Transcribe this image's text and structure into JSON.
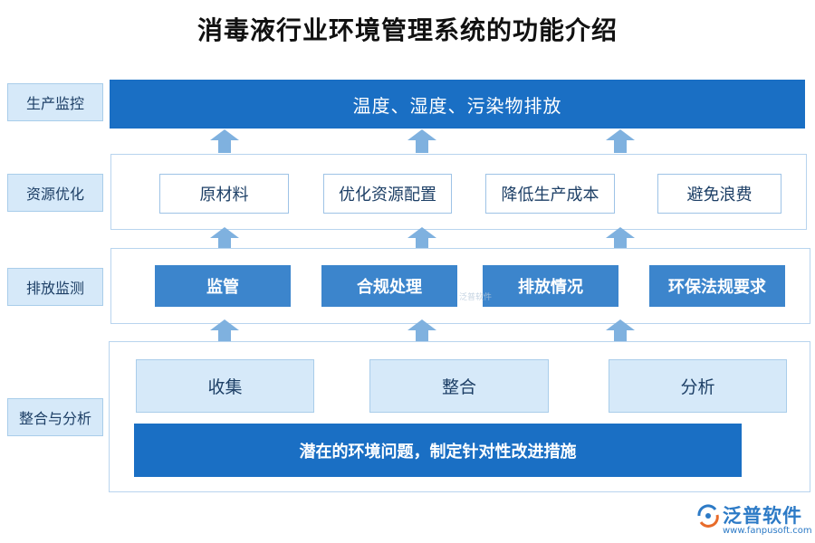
{
  "title": "消毒液行业环境管理系统的功能介绍",
  "side_labels": {
    "monitor": "生产监控",
    "optimize": "资源优化",
    "emission": "排放监测",
    "analysis": "整合与分析"
  },
  "top_bar": "温度、湿度、污染物排放",
  "resource_boxes": [
    "原材料",
    "优化资源配置",
    "降低生产成本",
    "避免浪费"
  ],
  "emission_boxes": [
    "监管",
    "合规处理",
    "排放情况",
    "环保法规要求"
  ],
  "analysis_boxes": [
    "收集",
    "整合",
    "分析"
  ],
  "bottom_bar": "潜在的环境问题，制定针对性改进措施",
  "logo": {
    "name": "泛普软件",
    "url": "www.fanpusoft.com"
  },
  "watermark": "泛普软件",
  "colors": {
    "primary": "#1a6fc4",
    "secondary": "#3c85cc",
    "light": "#d6e9f9",
    "arrow": "#7fb1df"
  }
}
